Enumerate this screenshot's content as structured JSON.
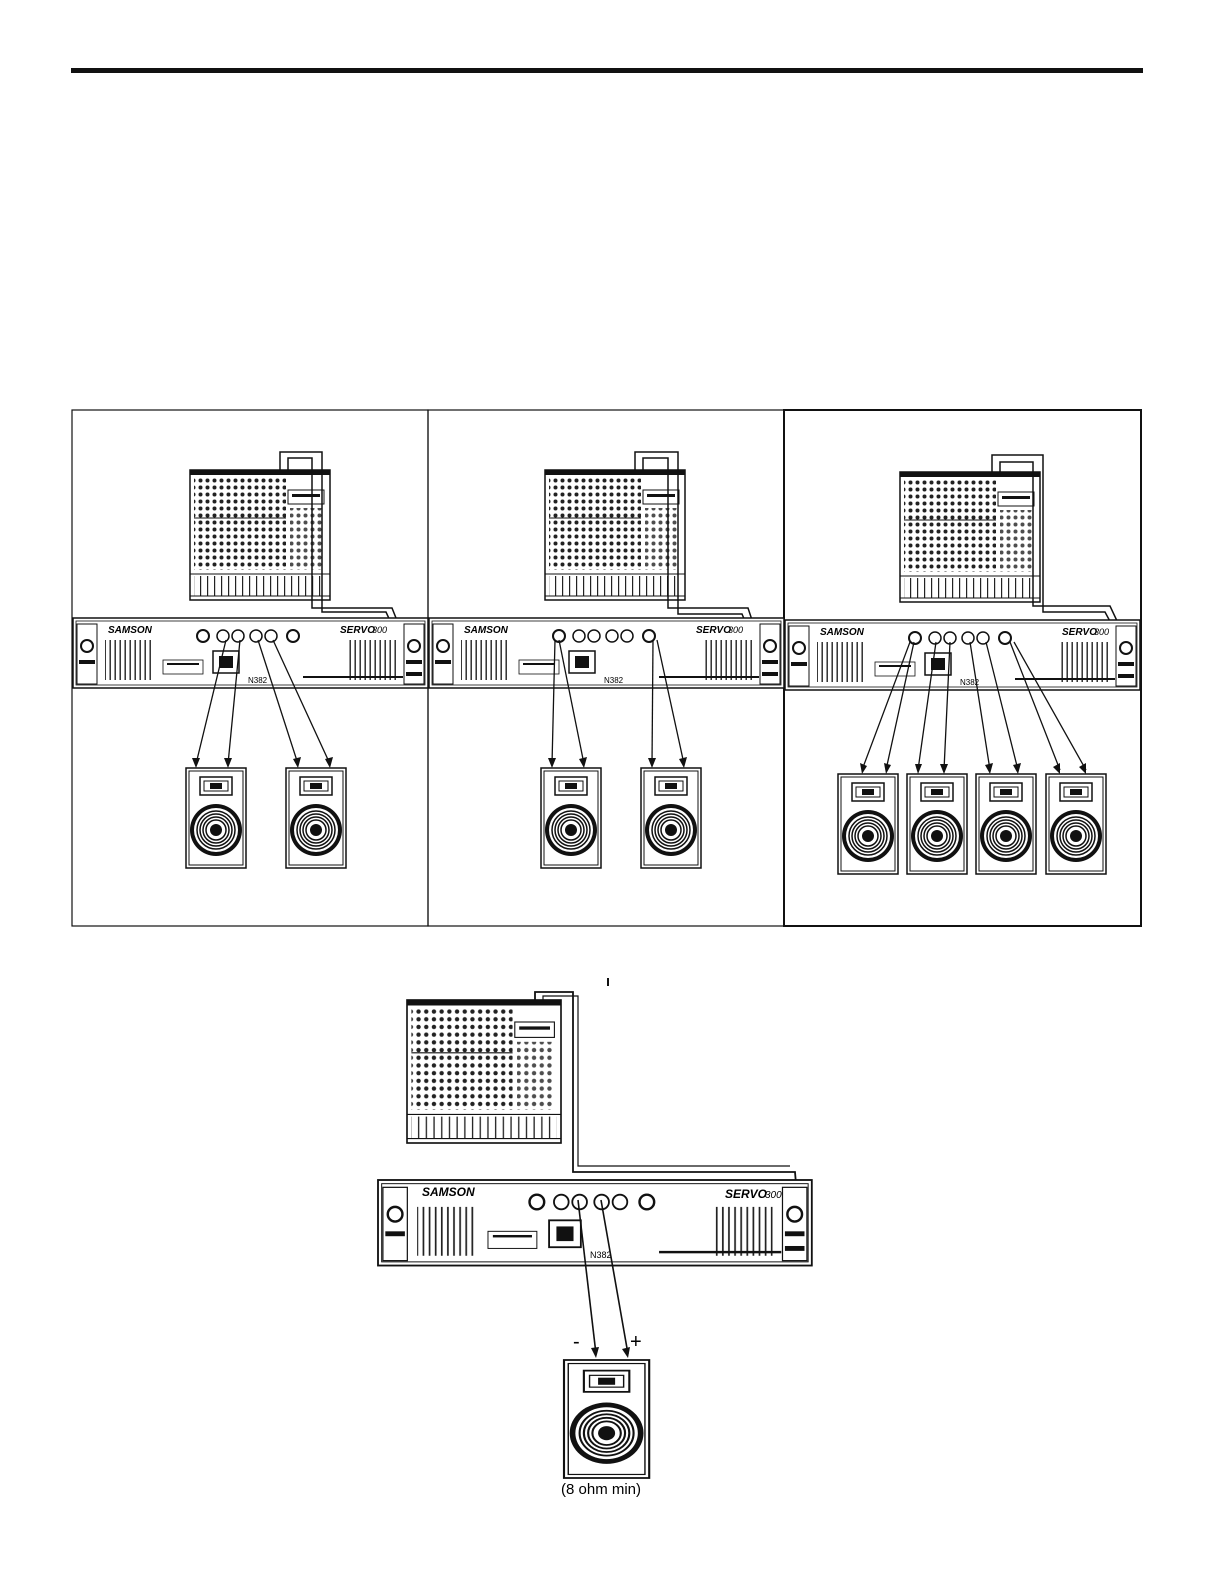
{
  "amp": {
    "brand": "SAMSON",
    "model": "SERVO",
    "model_number": "300",
    "approval_mark": "N382"
  },
  "bridged": {
    "minus_label": "-",
    "plus_label": "+",
    "load_note": "(8 ohm min)"
  },
  "colors": {
    "ink": "#111111",
    "paper": "#ffffff",
    "panel_gray": "#e9e9e9"
  },
  "icons": [
    "mixer-icon",
    "amplifier-rear-panel-icon",
    "speaker-cabinet-icon"
  ]
}
